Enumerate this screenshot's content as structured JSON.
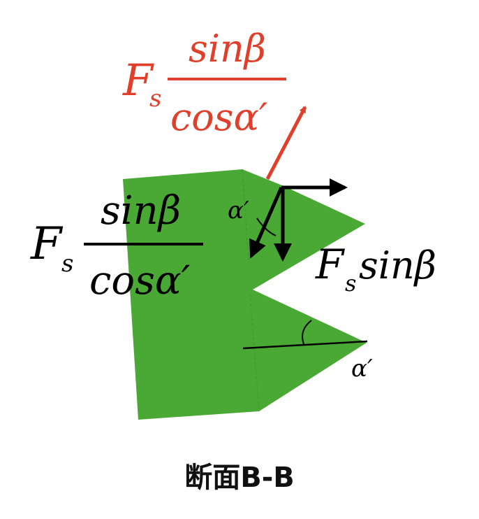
{
  "colors": {
    "section_fill": "#4aa835",
    "force_red": "#e0402b",
    "force_black": "#000000",
    "text": "#111111"
  },
  "red_force": {
    "F": "F",
    "sub": "s",
    "num": "sinβ",
    "den": "cosα′"
  },
  "black_force": {
    "F": "F",
    "sub": "s",
    "num": "sinβ",
    "den": "cosα′"
  },
  "vertical_force": {
    "F": "F",
    "sub": "s",
    "rest": "sinβ"
  },
  "angle_upper": "α′",
  "angle_lower": "α′",
  "caption": "断面B-B"
}
